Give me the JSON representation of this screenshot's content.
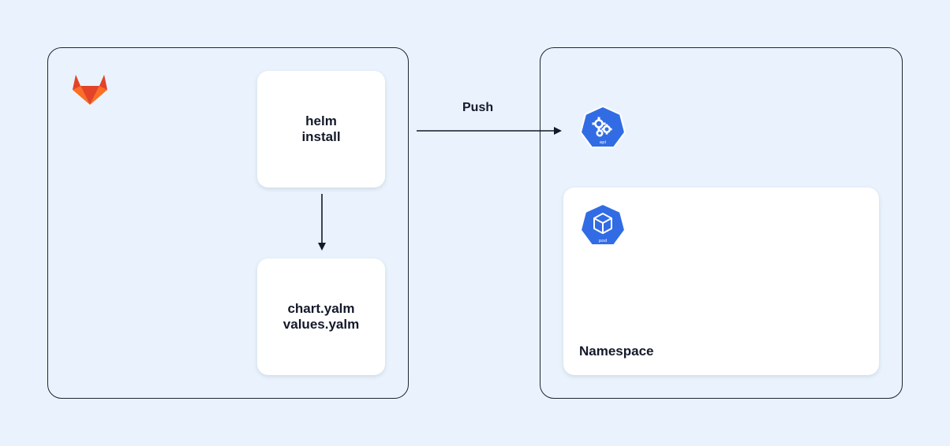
{
  "helm_card": {
    "line1": "helm",
    "line2": "install"
  },
  "files_card": {
    "line1": "chart.yalm",
    "line2": "values.yalm"
  },
  "arrow_label": "Push",
  "namespace_label": "Namespace",
  "icons": {
    "gitlab": "gitlab-logo",
    "api": "kubernetes-api-icon",
    "pod": "kubernetes-pod-icon"
  },
  "icon_captions": {
    "api": "api",
    "pod": "pod"
  },
  "colors": {
    "background": "#eaf3fd",
    "kubernetes_blue": "#326ce5",
    "gitlab_orange": "#fc6d26",
    "gitlab_red": "#e24329",
    "gitlab_amber": "#fca326"
  }
}
